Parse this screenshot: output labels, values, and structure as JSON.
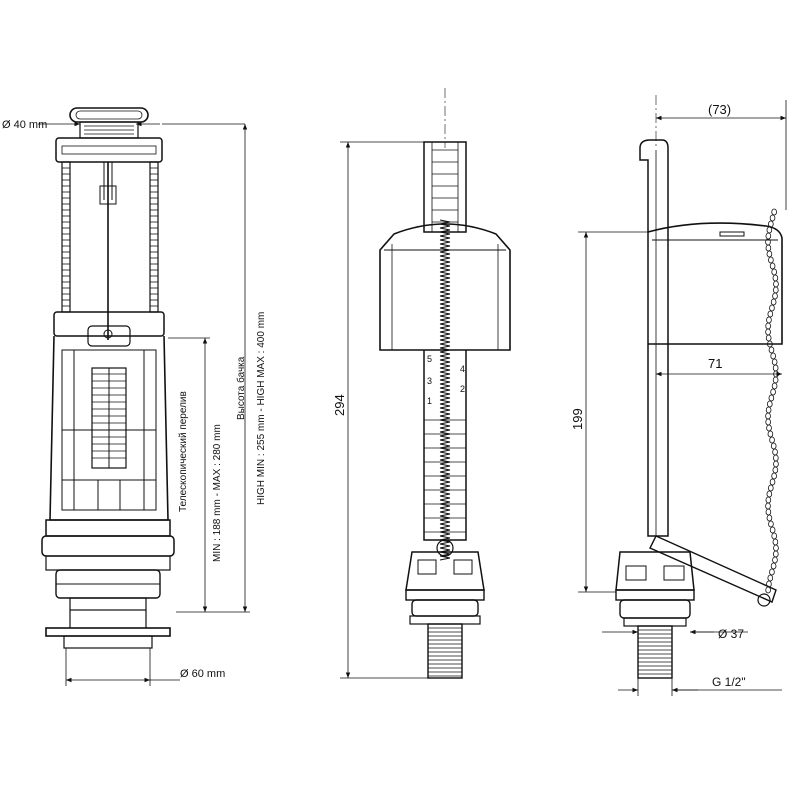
{
  "dims": {
    "diam40": "Ø 40 mm",
    "diam60": "Ø 60 mm",
    "telescopic": "Телескопический перелив",
    "overflow_range": "MIN : 188 mm - MAX : 280 mm",
    "tank_height": "Высота бачка",
    "high_range": "HIGH MIN : 255 mm - HIGH MAX : 400 mm",
    "d294": "294",
    "d199": "199",
    "d73": "(73)",
    "d71": "71",
    "diam37": "Ø 37",
    "thread": "G 1/2\""
  },
  "scale_numbers": [
    "1",
    "2",
    "3",
    "4",
    "5"
  ],
  "colors": {
    "line": "#111111",
    "background": "#ffffff"
  }
}
